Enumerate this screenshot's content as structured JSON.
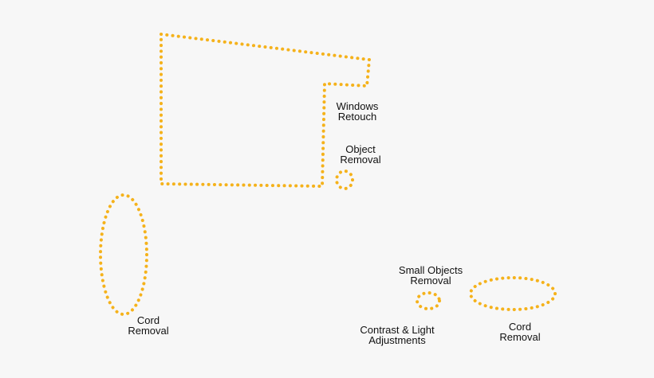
{
  "colors": {
    "background": "#f7f7f7",
    "outline": "#f5b21b",
    "text": "#111111"
  },
  "annotations": [
    {
      "id": "windows-retouch",
      "lines": [
        "Windows",
        "Retouch"
      ]
    },
    {
      "id": "object-removal",
      "lines": [
        "Object",
        "Removal"
      ]
    },
    {
      "id": "cord-removal-left",
      "lines": [
        "Cord",
        "Removal"
      ]
    },
    {
      "id": "small-objects-removal",
      "lines": [
        "Small Objects",
        "Removal"
      ]
    },
    {
      "id": "contrast-light",
      "lines": [
        "Contrast & Light",
        "Adjustments"
      ]
    },
    {
      "id": "cord-removal-right",
      "lines": [
        "Cord",
        "Removal"
      ]
    }
  ]
}
